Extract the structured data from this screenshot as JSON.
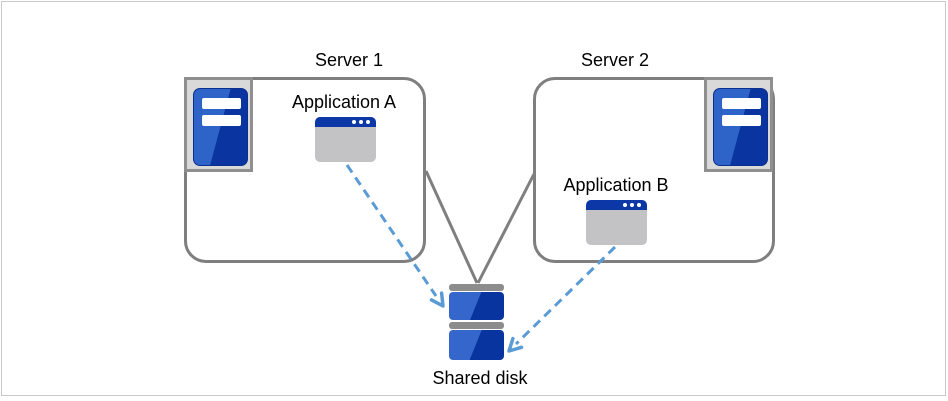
{
  "labels": {
    "server1": "Server 1",
    "server2": "Server 2",
    "app_a": "Application A",
    "app_b": "Application B",
    "shared_disk": "Shared disk"
  },
  "icons": {
    "server1_icon": "server-tower-icon",
    "server2_icon": "server-tower-icon",
    "app_a_icon": "application-window-icon",
    "app_b_icon": "application-window-icon",
    "shared_disk_icon": "disk-stack-icon"
  },
  "connections": [
    {
      "from": "Server 1 box",
      "to": "Shared disk",
      "style": "solid-gray-line"
    },
    {
      "from": "Server 2 box",
      "to": "Shared disk",
      "style": "solid-gray-line"
    },
    {
      "from": "Application A",
      "to": "Shared disk",
      "style": "dashed-blue-arrow"
    },
    {
      "from": "Application B",
      "to": "Shared disk",
      "style": "dashed-blue-arrow"
    }
  ],
  "colors": {
    "canvas_background": "#ffffff",
    "canvas_border": "#c9c9c9",
    "box_border": "#7f7f7f",
    "icon_frame_fill": "#d9d9d9",
    "icon_frame_border": "#8f8f8f",
    "tower_blue_light": "#2e63c8",
    "tower_blue_dark": "#0a35a0",
    "window_titlebar_blue": "#0b38a6",
    "window_body_gray": "#c3c3c6",
    "disk_blue_light": "#3566cb",
    "disk_blue_dark": "#0834a0",
    "disk_cap_gray": "#8c8c8c",
    "connector_gray": "#7f7f7f",
    "arrow_blue": "#5b9bd5",
    "text": "#000000"
  }
}
